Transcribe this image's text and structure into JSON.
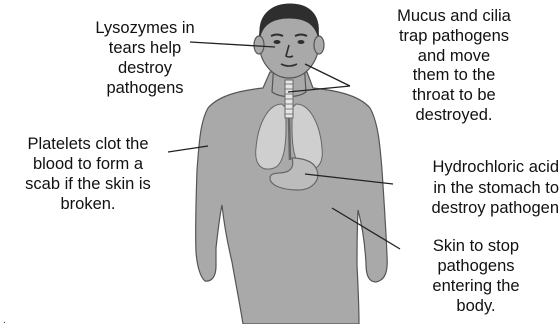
{
  "diagram": {
    "labels": {
      "lysozymes": "Lysozymes in\ntears help\ndestroy\npathogens",
      "mucus": "Mucus and cilia\ntrap pathogens\nand move\nthem to the\nthroat to be\ndestroyed.",
      "platelets": "Platelets clot the\nblood to form a\nscab if the skin is\nbroken.",
      "hcl": "Hydrochloric acid\nin the stomach to\ndestroy pathogen",
      "skin": "Skin to stop\npathogens\nentering the\nbody."
    },
    "stray_mark": "."
  },
  "colors": {
    "skin": "#a9a9a9",
    "skin_outline": "#555555",
    "hair": "#2e2e2e",
    "lungs": "#cfcfcf",
    "organ_outline": "#666666",
    "stomach": "#bcbcbc",
    "trachea": "#e6e6e6",
    "lines": "#222222"
  }
}
